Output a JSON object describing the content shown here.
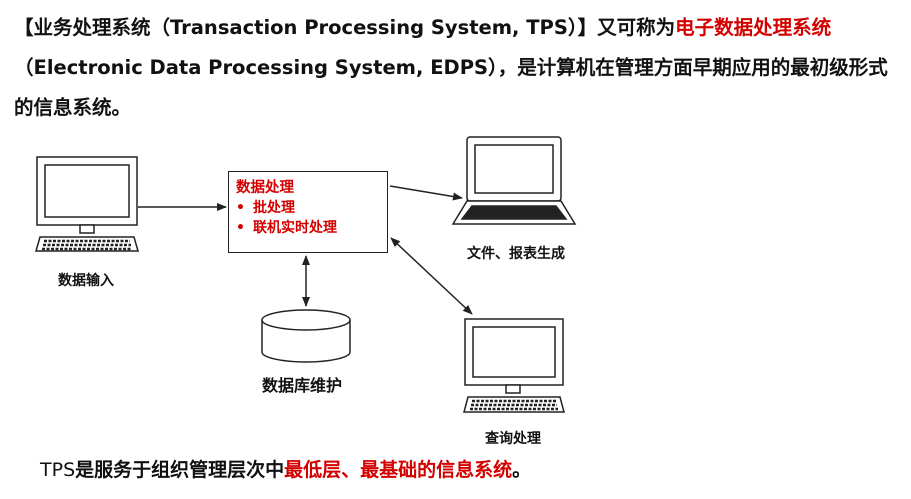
{
  "intro": {
    "tps_full": "【业务处理系统（Transaction Processing System, TPS）】",
    "also_called": "又可称为",
    "edps_cn": "电子数据处理系统",
    "edps_en": "（Electronic Data Processing System, EDPS）",
    "rest": "，是计算机在管理方面早期应用的最初级形式的信息系统。"
  },
  "diagram": {
    "processing_title": "数据处理",
    "processing_items": [
      "批处理",
      "联机实时处理"
    ],
    "label_input": "数据输入",
    "label_output": "文件、报表生成",
    "label_database": "数据库维护",
    "label_query": "查询处理"
  },
  "footer": {
    "prefix": "TPS",
    "middle": "是服务于组织管理层次中",
    "highlight": "最低层、最基础的信息系统",
    "suffix": "。"
  },
  "colors": {
    "accent_red": "#d40000",
    "text": "#111111",
    "line": "#222222"
  }
}
